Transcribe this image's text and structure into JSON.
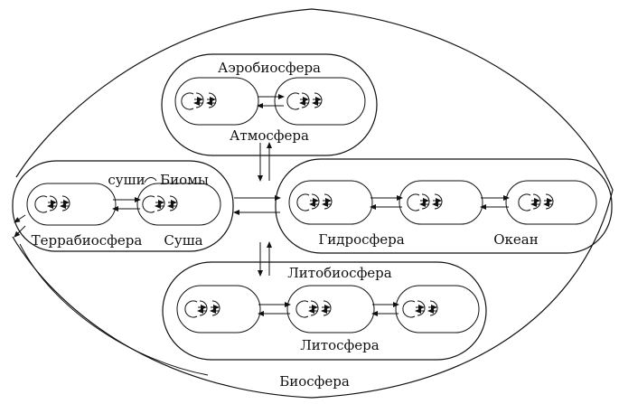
{
  "labels": {
    "aerobiosphere": "Аэробиосфера",
    "atmosphere": "Атмосфера",
    "biomes_of": "суши",
    "biomes": "Биомы",
    "terrabiosphere": "Террабиосфера",
    "land": "Суша",
    "hydrosphere": "Гидросфера",
    "ocean": "Океан",
    "lithobiosphere": "Литобиосфера",
    "lithosphere": "Литосфера",
    "biosphere": "Биосфера"
  },
  "colors": {
    "ink": "#111111",
    "background": "#ffffff"
  }
}
